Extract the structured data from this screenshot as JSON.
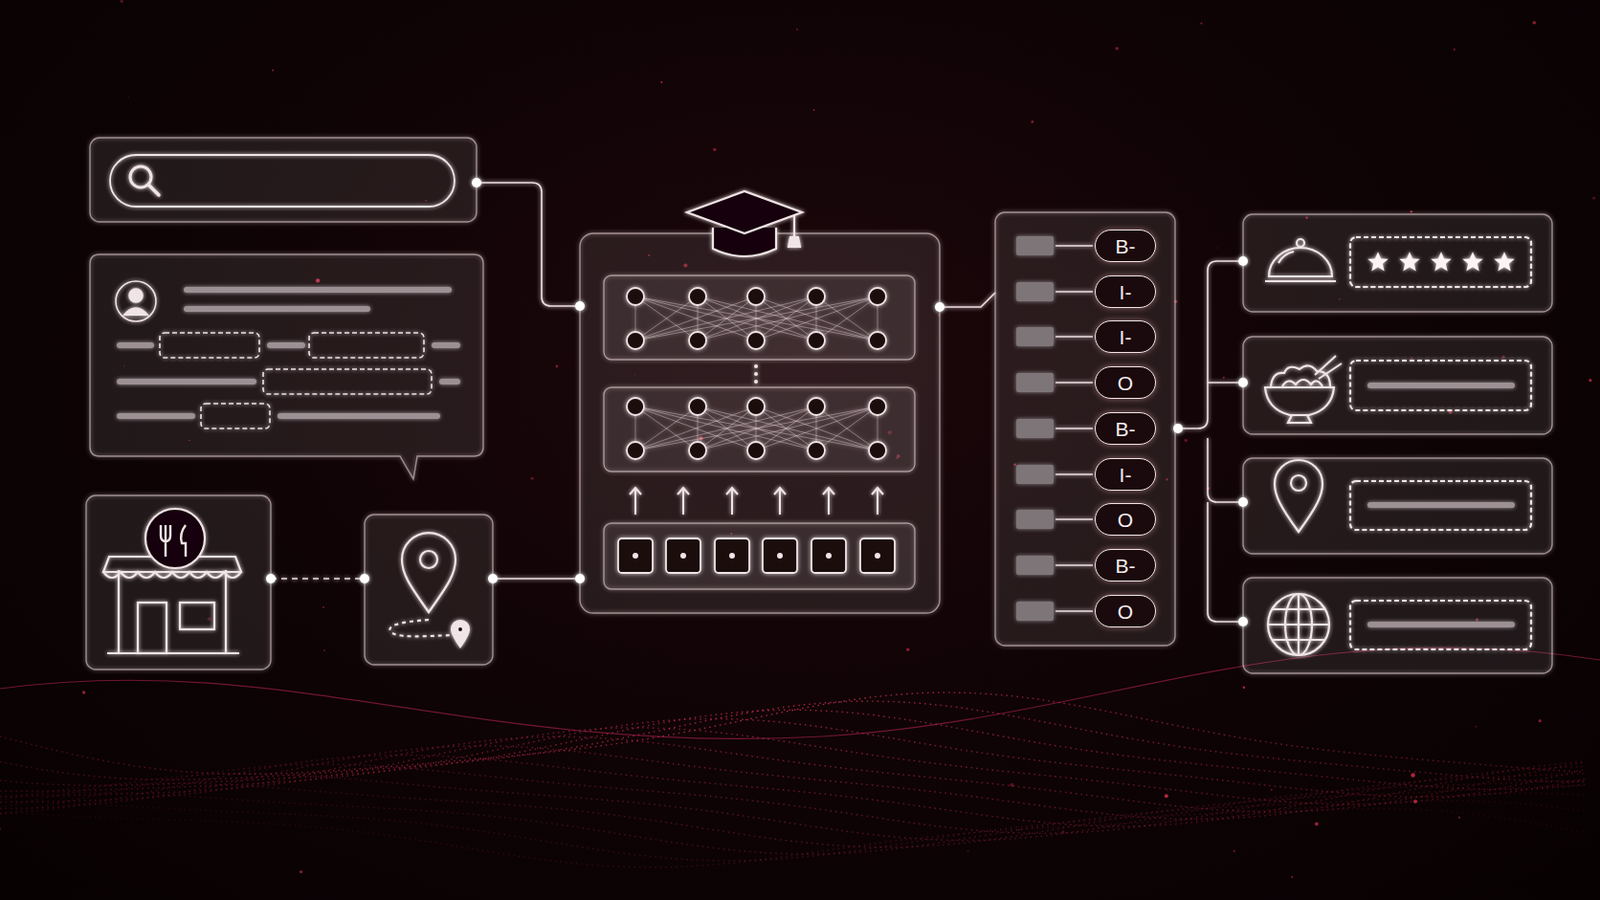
{
  "diagram": {
    "nodes": [
      {
        "text": [
          "B-"
        ]
      },
      {
        "text": [
          "I-"
        ]
      },
      {
        "text": [
          "I-"
        ]
      },
      {
        "text": [
          "O"
        ]
      },
      {
        "text": [
          "B-"
        ]
      },
      {
        "text": [
          "I-"
        ]
      },
      {
        "text": [
          "O"
        ]
      },
      {
        "text": [
          "B-"
        ]
      },
      {
        "text": [
          "O"
        ]
      }
    ]
  }
}
